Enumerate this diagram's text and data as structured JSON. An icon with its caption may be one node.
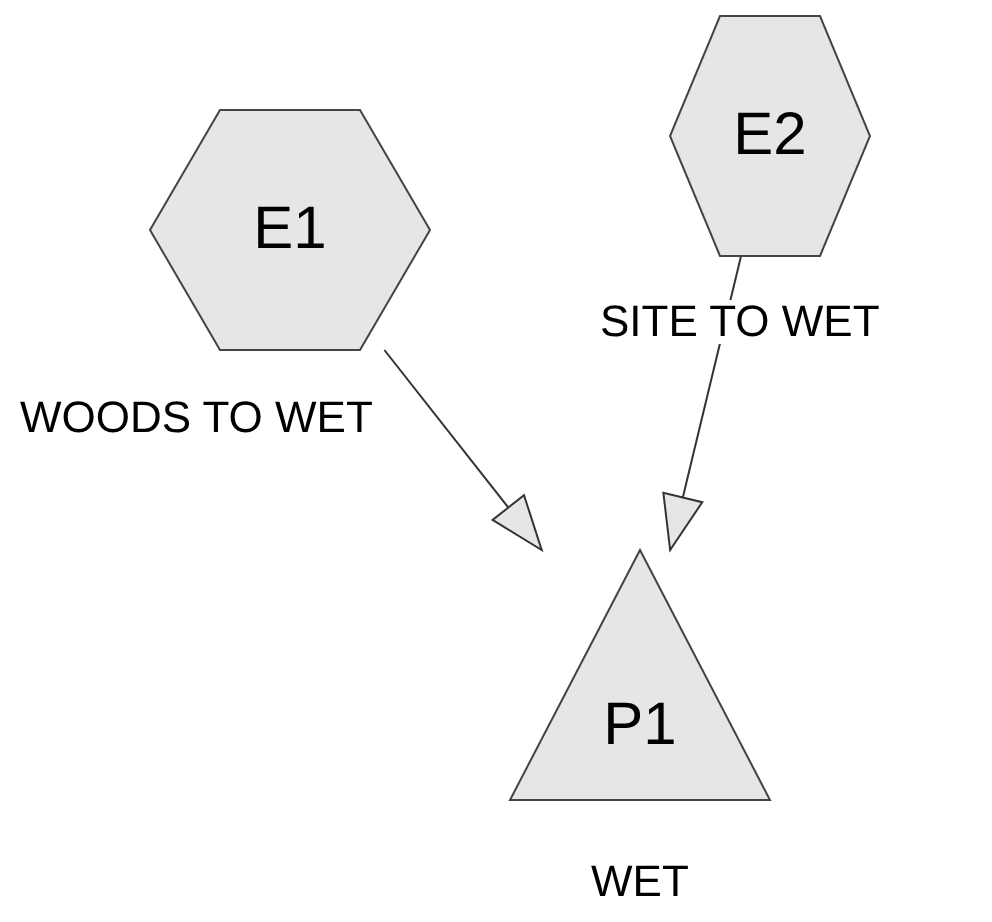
{
  "diagram": {
    "nodes": [
      {
        "text": [
          "E1"
        ]
      },
      {
        "text": [
          "E2"
        ]
      },
      {
        "text": [
          "P1"
        ],
        "beside": [
          "WET"
        ]
      }
    ],
    "edges": [
      {
        "from": 0,
        "to": 2,
        "arrow": "to",
        "label": "WOODS TO WET"
      },
      {
        "from": 1,
        "to": 2,
        "arrow": "to",
        "label": "SITE TO WET"
      }
    ]
  }
}
